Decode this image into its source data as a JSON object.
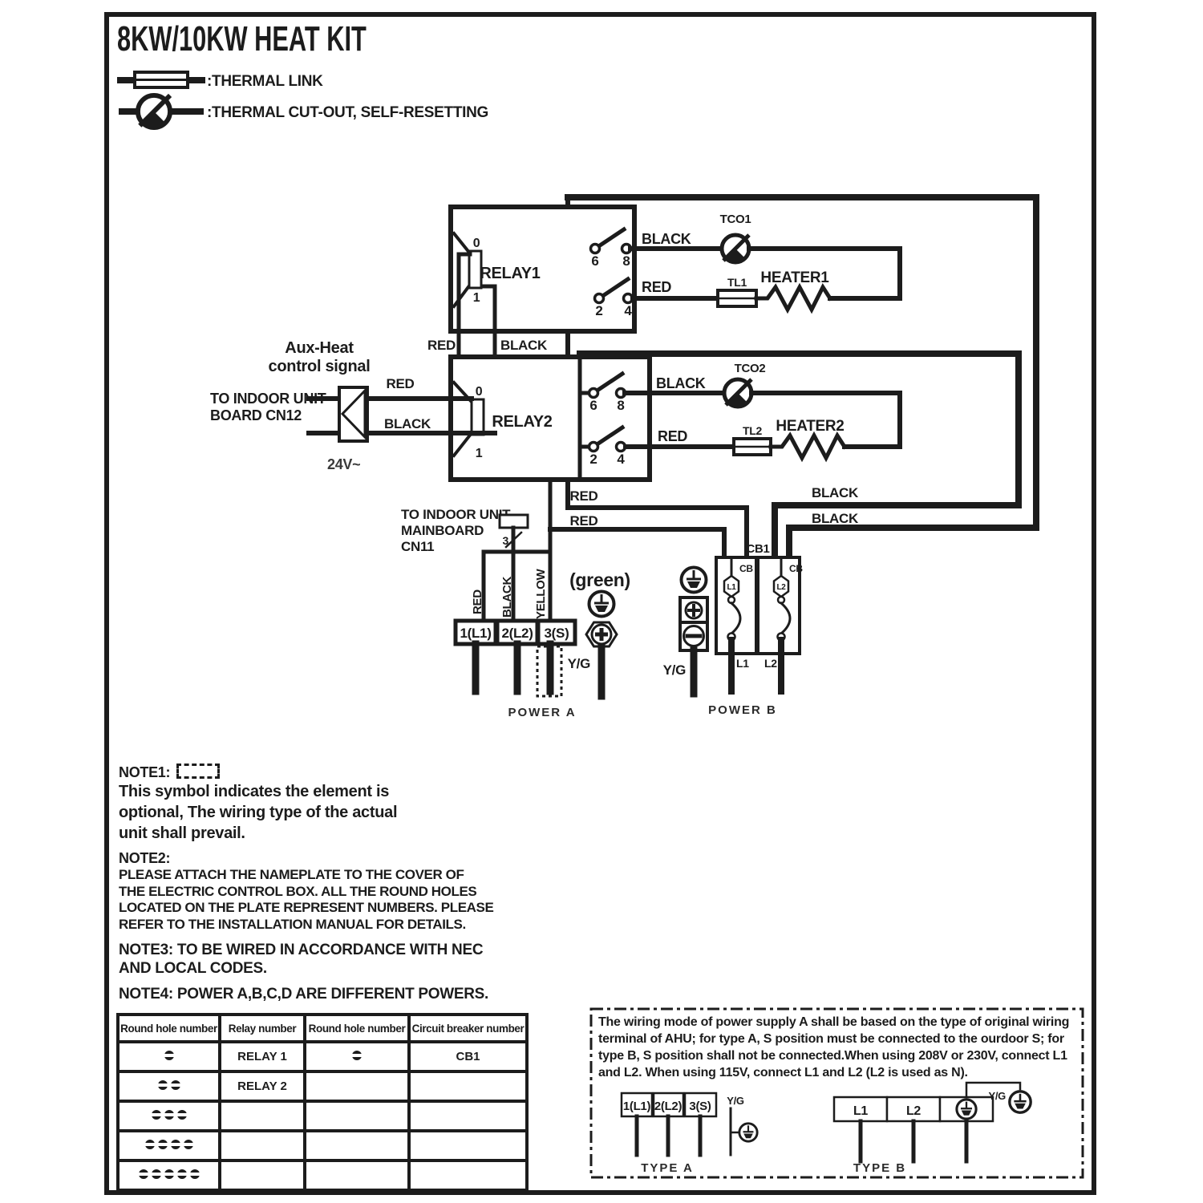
{
  "ink": "#1c1c1c",
  "title": "8KW/10KW HEAT KIT",
  "legend": {
    "thermal_link": ":THERMAL LINK",
    "thermal_cutout": ":THERMAL CUT-OUT, SELF-RESETTING"
  },
  "labels": {
    "black": "BLACK",
    "red": "RED",
    "yellow": "YELLOW",
    "yg": "Y/G",
    "green": "(green)",
    "power_a": "POWER A",
    "power_b": "POWER B",
    "v24": "24V~",
    "three": "3"
  },
  "relays": {
    "relay1": "RELAY1",
    "relay2": "RELAY2",
    "pin0": "0",
    "pin1": "1",
    "c2": "2",
    "c4": "4",
    "c6": "6",
    "c8": "8"
  },
  "components": {
    "tco1": "TCO1",
    "tco2": "TCO2",
    "tl1": "TL1",
    "tl2": "TL2",
    "heater1": "HEATER1",
    "heater2": "HEATER2",
    "cb1": "CB1",
    "cb": "CB",
    "l1": "L1",
    "l2": "L2"
  },
  "connections": {
    "aux1": "Aux-Heat",
    "aux2": "control signal",
    "cn12_1": "TO INDOOR UNIT",
    "cn12_2": "BOARD CN12",
    "cn11_1": "TO INDOOR UNIT",
    "cn11_2": "MAINBOARD",
    "cn11_3": "CN11"
  },
  "terminals": {
    "t1": "1(L1)",
    "t2": "2(L2)",
    "t3": "3(S)"
  },
  "notes": {
    "n1": "NOTE1:",
    "n1_lines": [
      "This symbol indicates the element is",
      "optional, The wiring type of the actual",
      "unit shall prevail."
    ],
    "n2": "NOTE2:",
    "n2_lines": [
      "PLEASE ATTACH THE NAMEPLATE TO THE COVER OF",
      "THE ELECTRIC CONTROL BOX. ALL THE ROUND HOLES",
      "LOCATED ON THE PLATE REPRESENT NUMBERS. PLEASE",
      "REFER TO THE INSTALLATION MANUAL FOR DETAILS."
    ],
    "n3_lines": [
      "NOTE3: TO BE WIRED IN ACCORDANCE WITH NEC",
      "AND LOCAL CODES."
    ],
    "n4": "NOTE4: POWER A,B,C,D ARE DIFFERENT POWERS."
  },
  "table": {
    "headers": [
      "Round hole number",
      "Relay number",
      "Round hole number",
      "Circuit breaker number"
    ],
    "rows": [
      {
        "h1": 1,
        "relay": "RELAY 1",
        "h2": 1,
        "cb": "CB1"
      },
      {
        "h1": 2,
        "relay": "RELAY 2",
        "h2": 0,
        "cb": ""
      },
      {
        "h1": 3,
        "relay": "",
        "h2": 0,
        "cb": ""
      },
      {
        "h1": 4,
        "relay": "",
        "h2": 0,
        "cb": ""
      },
      {
        "h1": 5,
        "relay": "",
        "h2": 0,
        "cb": ""
      }
    ]
  },
  "panel": {
    "lines": [
      "The wiring mode of power supply A shall be based on the type of original wiring",
      "terminal of AHU; for type A, S position must be connected to the ourdoor S; for",
      "type B, S position shall not be connected.When using 208V or 230V, connect L1",
      "and L2. When using 115V, connect L1 and L2 (L2 is used as N)."
    ],
    "type_a": "TYPE A",
    "type_b": "TYPE B"
  }
}
